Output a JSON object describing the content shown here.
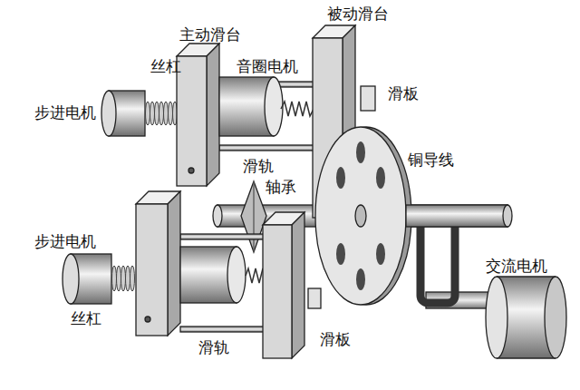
{
  "diagram": {
    "labels": [
      "被动滑台",
      "主动滑台",
      "丝杠",
      "音圈电机",
      "滑板",
      "步进电机",
      "铜导线",
      "滑轨",
      "轴承",
      "步进电机",
      "交流电机",
      "丝杠",
      "滑板",
      "滑轨"
    ]
  }
}
